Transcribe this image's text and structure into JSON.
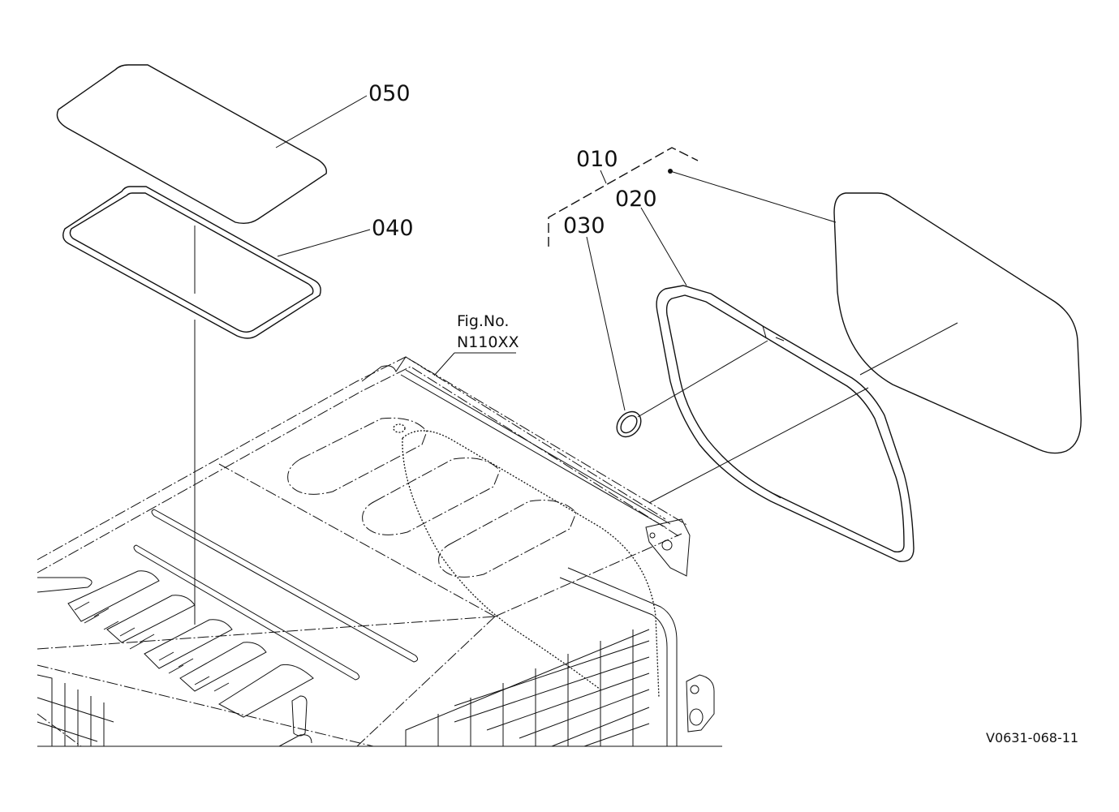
{
  "diagram": {
    "callouts": {
      "c050": "050",
      "c040": "040",
      "c010": "010",
      "c020": "020",
      "c030": "030"
    },
    "figure_ref": {
      "line1": "Fig.No.",
      "line2": "N110XX"
    },
    "drawing_code": "V0631-068-11"
  }
}
